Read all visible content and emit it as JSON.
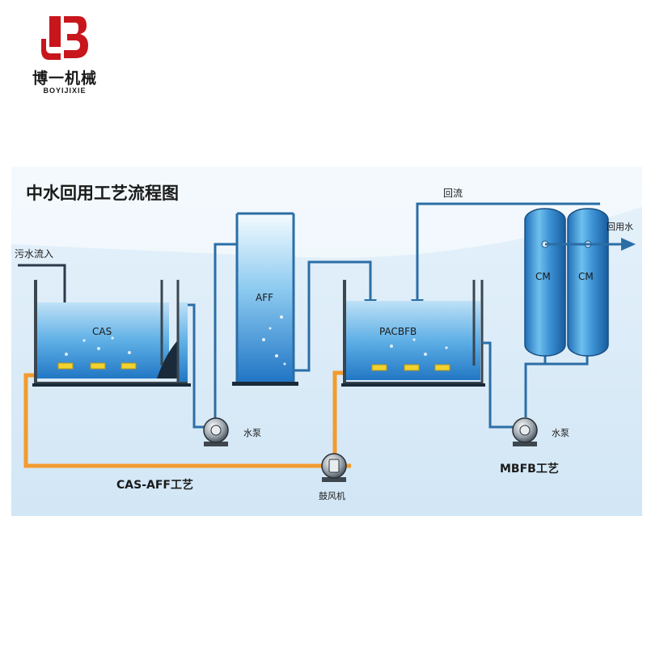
{
  "logo": {
    "name_cn": "博一机械",
    "name_en": "BOYIJIXIE"
  },
  "diagram": {
    "title": "中水回用工艺流程图",
    "inlet_label": "污水流入",
    "return_label": "回流",
    "outlet_label": "回用水",
    "tanks": {
      "cas": "CAS",
      "aff": "AFF",
      "pacbfb": "PACBFB",
      "cm1": "CM",
      "cm2": "CM"
    },
    "pump1_label": "水泵",
    "pump2_label": "水泵",
    "blower_label": "鼓风机",
    "process1_label": "CAS-AFF工艺",
    "process2_label": "MBFB工艺"
  },
  "colors": {
    "pipe_blue": "#2b6ea6",
    "air_line": "#f29b2e",
    "water": "#4a9fd8",
    "diffuser": "#f2d22e"
  }
}
